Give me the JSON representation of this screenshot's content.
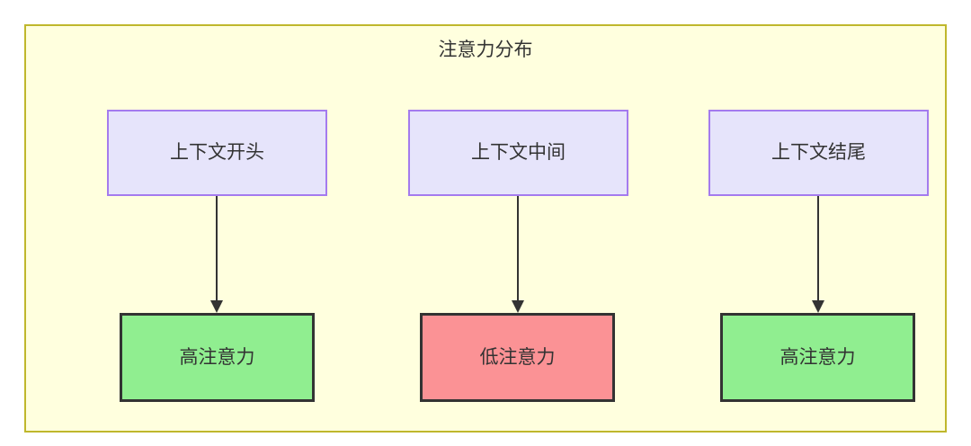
{
  "diagram": {
    "type": "flowchart",
    "title": "注意力分布",
    "background_color": "#ffffff",
    "container": {
      "fill": "#ffffde",
      "stroke": "#bfb72c"
    },
    "colors": {
      "context_fill": "#e6e4fb",
      "context_stroke": "#a47bee",
      "high_attention_fill": "#90ee90",
      "low_attention_fill": "#fb9295",
      "attention_stroke": "#333333",
      "text": "#333333",
      "edge": "#333333"
    },
    "columns": [
      {
        "context_label": "上下文开头",
        "attention_label": "高注意力",
        "attention_level": "high"
      },
      {
        "context_label": "上下文中间",
        "attention_label": "低注意力",
        "attention_level": "low"
      },
      {
        "context_label": "上下文结尾",
        "attention_label": "高注意力",
        "attention_level": "high"
      }
    ],
    "edges": [
      {
        "from": "上下文开头",
        "to": "高注意力",
        "arrow": "arrow-down-icon"
      },
      {
        "from": "上下文中间",
        "to": "低注意力",
        "arrow": "arrow-down-icon"
      },
      {
        "from": "上下文结尾",
        "to": "高注意力",
        "arrow": "arrow-down-icon"
      }
    ]
  }
}
